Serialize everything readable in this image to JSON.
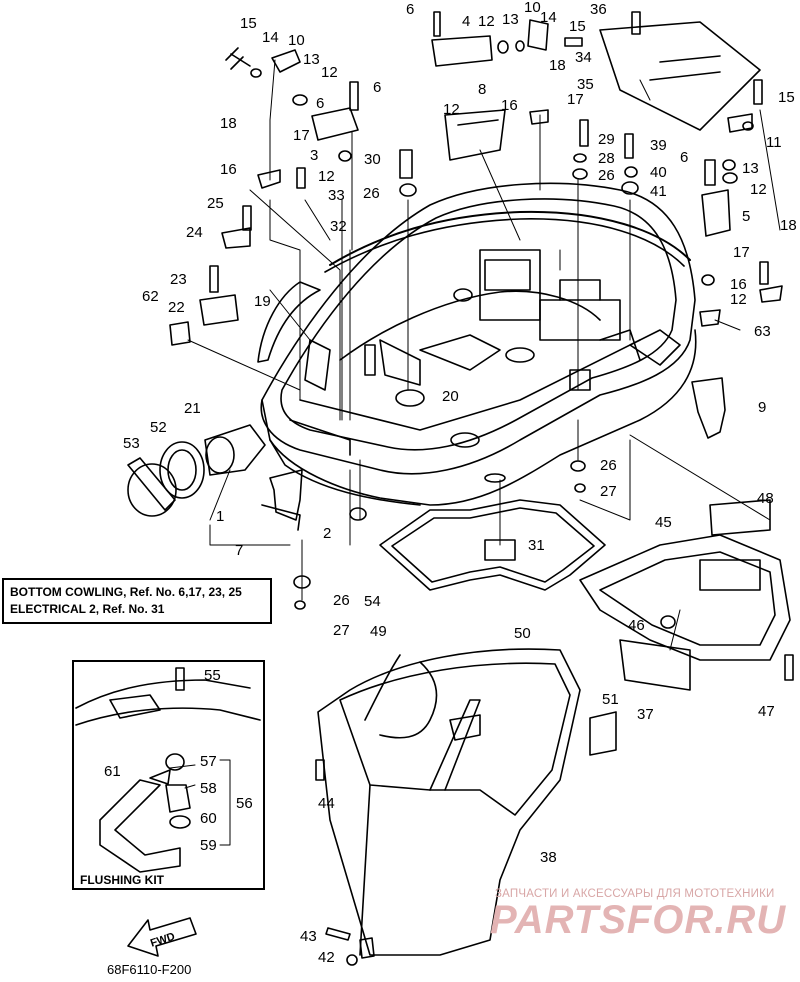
{
  "diagram": {
    "code": "68F6110-F200",
    "reference_note": {
      "line1": "BOTTOM COWLING, Ref. No. 6,17, 23, 25",
      "line2": "ELECTRICAL 2,  Ref. No. 31"
    },
    "flushing_kit_title": "FLUSHING KIT",
    "fwd_label": "FWD",
    "callouts": {
      "n1": "1",
      "n2": "2",
      "n3": "3",
      "n4": "4",
      "n5": "5",
      "n6a": "6",
      "n6b": "6",
      "n6c": "6",
      "n6d": "6",
      "n7": "7",
      "n8": "8",
      "n9": "9",
      "n10a": "10",
      "n10b": "10",
      "n11": "11",
      "n12a": "12",
      "n12b": "12",
      "n12c": "12",
      "n12d": "12",
      "n12e": "12",
      "n12f": "12",
      "n13a": "13",
      "n13b": "13",
      "n13c": "13",
      "n14a": "14",
      "n14b": "14",
      "n15a": "15",
      "n15b": "15",
      "n15c": "15",
      "n16a": "16",
      "n16b": "16",
      "n16c": "16",
      "n17a": "17",
      "n17b": "17",
      "n17c": "17",
      "n18a": "18",
      "n18b": "18",
      "n18c": "18",
      "n19": "19",
      "n20": "20",
      "n21": "21",
      "n22": "22",
      "n23": "23",
      "n24": "24",
      "n25": "25",
      "n26a": "26",
      "n26b": "26",
      "n26c": "26",
      "n26d": "26",
      "n27a": "27",
      "n27b": "27",
      "n28": "28",
      "n29": "29",
      "n30": "30",
      "n31": "31",
      "n32": "32",
      "n33": "33",
      "n34": "34",
      "n35": "35",
      "n36": "36",
      "n37": "37",
      "n38": "38",
      "n39": "39",
      "n40": "40",
      "n41": "41",
      "n42": "42",
      "n43": "43",
      "n44": "44",
      "n45": "45",
      "n46": "46",
      "n47": "47",
      "n48": "48",
      "n49": "49",
      "n50": "50",
      "n51": "51",
      "n52": "52",
      "n53": "53",
      "n54": "54",
      "n55": "55",
      "n56": "56",
      "n57": "57",
      "n58": "58",
      "n59": "59",
      "n60": "60",
      "n61": "61",
      "n62": "62",
      "n63": "63"
    }
  },
  "watermark": {
    "caption": "ЗАПЧАСТИ И АКСЕССУАРЫ ДЛЯ МОТОТЕХНИКИ",
    "logo": "PARTSFOR.RU"
  }
}
